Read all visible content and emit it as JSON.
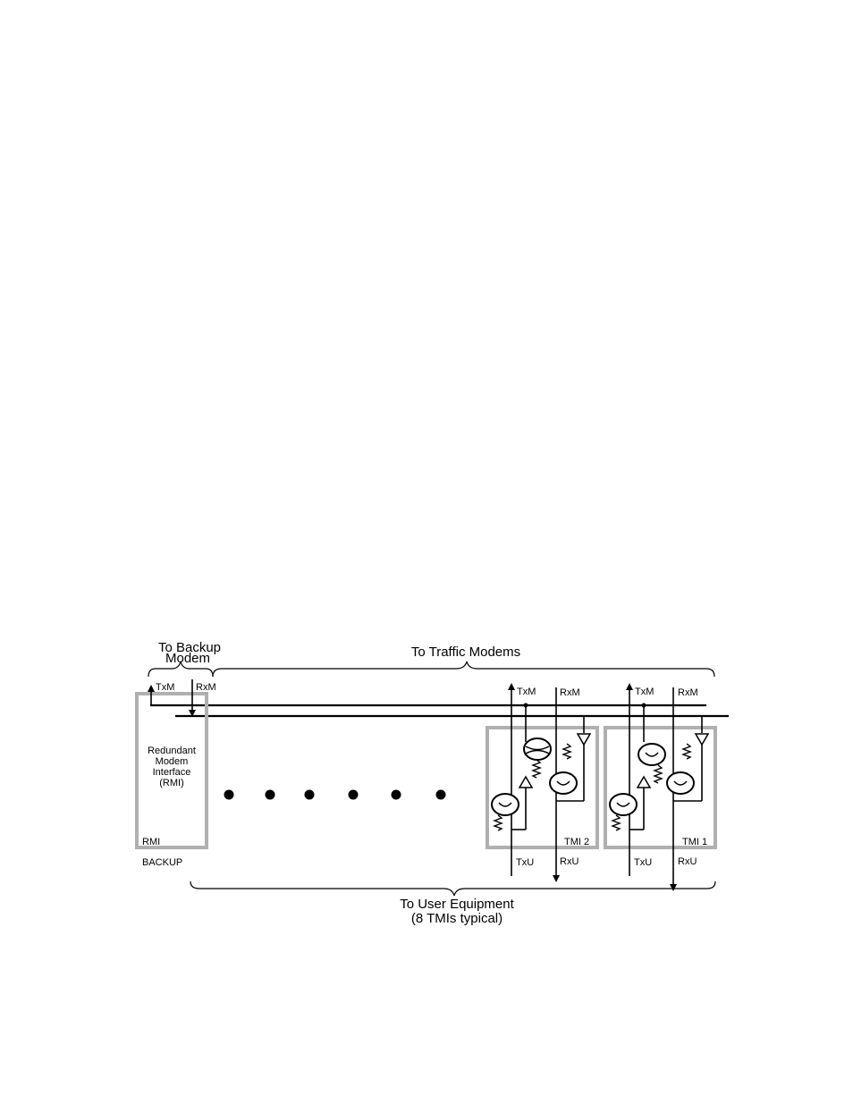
{
  "labels": {
    "to_backup_modem_line1": "To Backup",
    "to_backup_modem_line2": "Modem",
    "to_traffic_modems": "To Traffic Modems",
    "to_user_equipment": "To User Equipment",
    "tmis_typical": "(8 TMIs typical)",
    "rmi_desc_line1": "Redundant",
    "rmi_desc_line2": "Modem",
    "rmi_desc_line3": "Interface",
    "rmi_desc_line4": "(RMI)",
    "rmi_tag": "RMI",
    "backup": "BACKUP",
    "txm": "TxM",
    "rxm": "RxM",
    "txu": "TxU",
    "rxu": "RxU",
    "tmi2": "TMI 2",
    "tmi1": "TMI 1"
  },
  "colors": {
    "module_outline": "#b0b0b0",
    "wiring": "#000000"
  }
}
